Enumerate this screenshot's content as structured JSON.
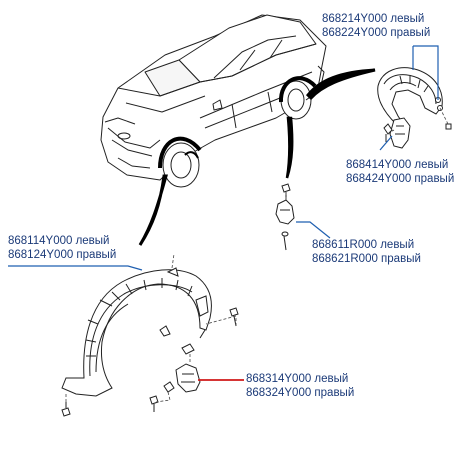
{
  "labels": {
    "rear_liner": {
      "line1": "868214Y000 левый",
      "line2": "868224Y000 правый"
    },
    "rear_guard": {
      "line1": "868414Y000 левый",
      "line2": "868424Y000 правый"
    },
    "front_liner": {
      "line1": "868114Y000 левый",
      "line2": "868124Y000 правый"
    },
    "bracket": {
      "line1": "868611R000 левый",
      "line2": "868621R000 правый"
    },
    "front_guard": {
      "line1": "868314Y000 левый",
      "line2": "868324Y000 правый"
    }
  },
  "colors": {
    "label_text": "#1b3a78",
    "leader_blue": "#1f5fb0",
    "leader_red": "#d01818",
    "drawing": "#222222"
  }
}
